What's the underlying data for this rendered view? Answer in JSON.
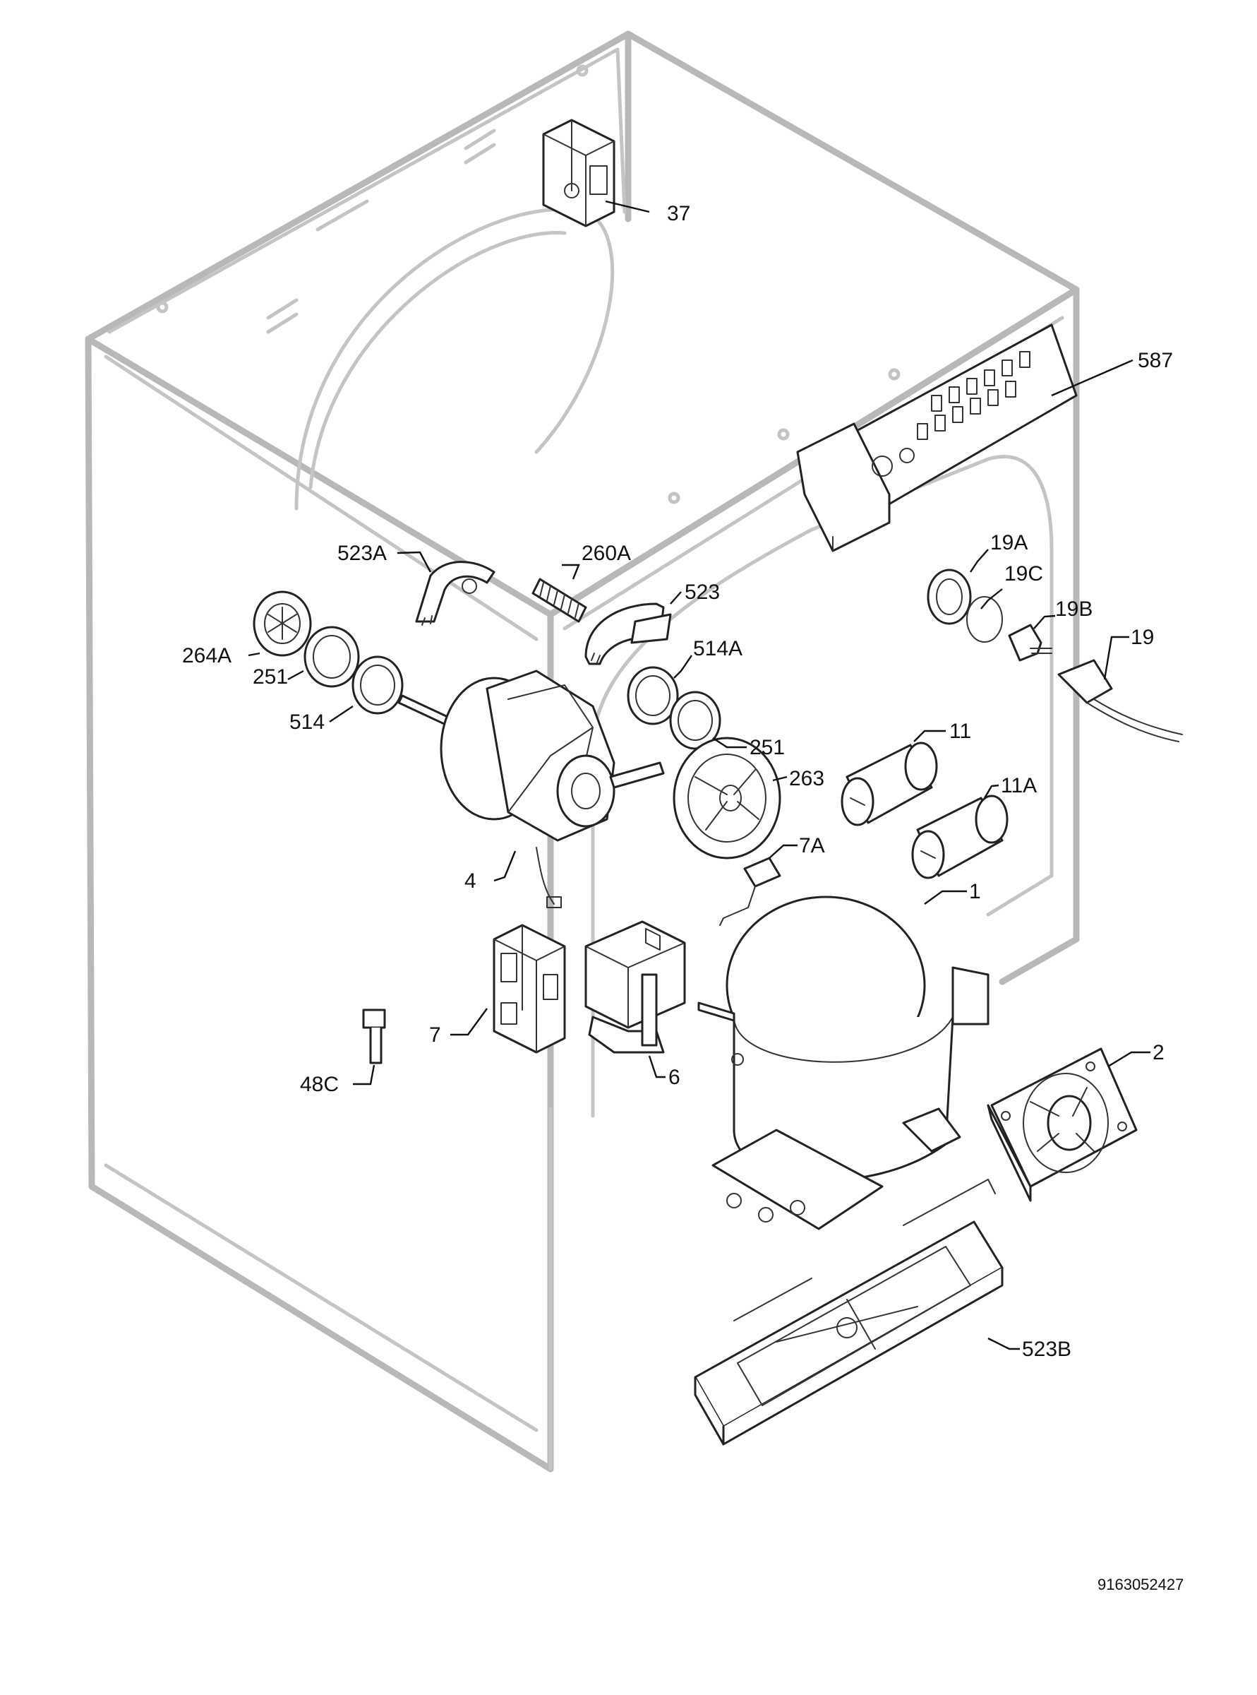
{
  "labels": {
    "p37": "37",
    "p587": "587",
    "p523A": "523A",
    "p260A": "260A",
    "p523": "523",
    "p19A": "19A",
    "p19C": "19C",
    "p19B": "19B",
    "p19": "19",
    "p264A": "264A",
    "p251_left": "251",
    "p514A": "514A",
    "p514": "514",
    "p251_right": "251",
    "p11": "11",
    "p263": "263",
    "p11A": "11A",
    "p7A": "7A",
    "p4": "4",
    "p1": "1",
    "p7": "7",
    "p6": "6",
    "p2": "2",
    "p48C": "48C",
    "p523B": "523B"
  },
  "footer": {
    "drawing_id": "9163052427"
  }
}
